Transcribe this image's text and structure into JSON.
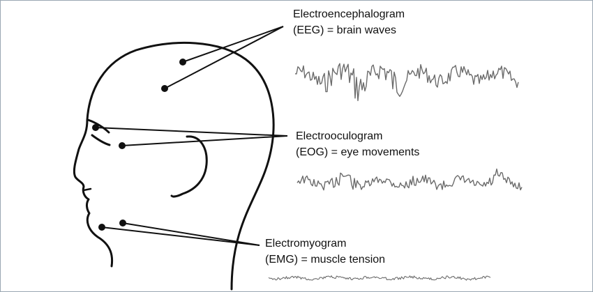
{
  "signals": {
    "eeg": {
      "name": "Electroencephalogram",
      "description": "(EEG) = brain waves"
    },
    "eog": {
      "name": "Electrooculogram",
      "description": "(EOG) = eye movements"
    },
    "emg": {
      "name": "Electromyogram",
      "description": "(EMG) = muscle tension"
    }
  },
  "colors": {
    "ink": "#111111",
    "trace": "#6b6b6b",
    "frame": "#9aa6b2"
  }
}
